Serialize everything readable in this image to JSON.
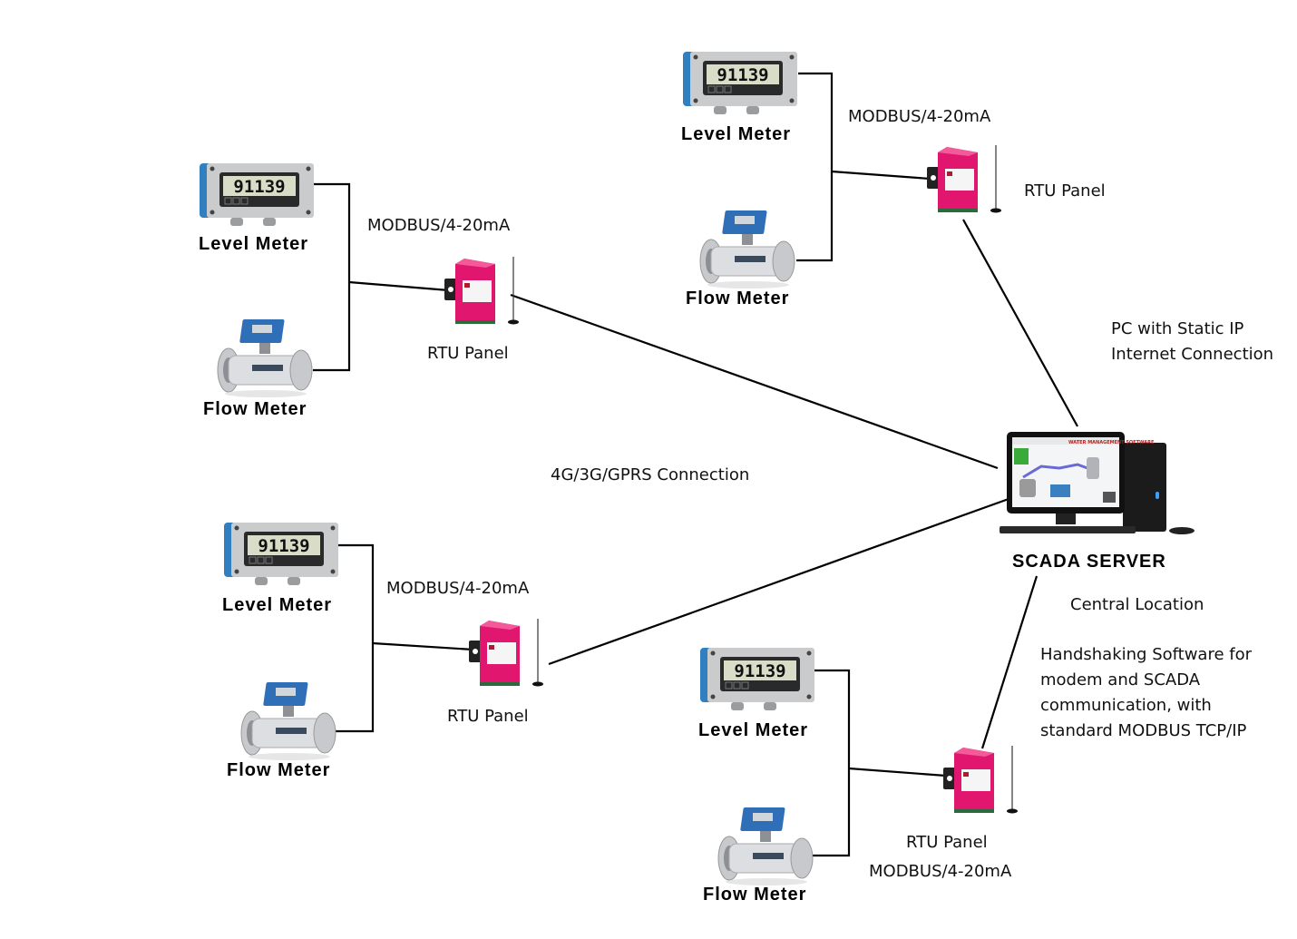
{
  "diagram": {
    "title": "SCADA remote monitoring network",
    "server": {
      "label": "SCADA SERVER",
      "screen_title": "WATER MANAGEMENT SOFTWARE",
      "note_static_ip": [
        "PC with Static IP",
        "Internet Connection"
      ],
      "note_location": "Central Location",
      "note_software": [
        "Handshaking Software for",
        "modem and SCADA",
        "communication, with",
        "standard MODBUS TCP/IP"
      ]
    },
    "network_label": "4G/3G/GPRS Connection",
    "sites": [
      {
        "id": "site-1",
        "level_meter": "Level Meter",
        "flow_meter": "Flow Meter",
        "protocol": "MODBUS/4-20mA",
        "rtu": "RTU Panel",
        "display": "91139"
      },
      {
        "id": "site-2",
        "level_meter": "Level Meter",
        "flow_meter": "Flow Meter",
        "protocol": "MODBUS/4-20mA",
        "rtu": "RTU Panel",
        "display": "91139"
      },
      {
        "id": "site-3",
        "level_meter": "Level Meter",
        "flow_meter": "Flow Meter",
        "protocol": "MODBUS/4-20mA",
        "rtu": "RTU Panel",
        "display": "91139"
      },
      {
        "id": "site-4",
        "level_meter": "Level Meter",
        "flow_meter": "Flow Meter",
        "protocol": "MODBUS/4-20mA",
        "rtu": "RTU Panel",
        "display": "91139"
      }
    ],
    "colors": {
      "meter_blue": "#2f7fc1",
      "meter_gray": "#c9cbcd",
      "lcd": "#d9dcc7",
      "rtu_pink": "#e0166f",
      "wire": "#000000"
    }
  }
}
